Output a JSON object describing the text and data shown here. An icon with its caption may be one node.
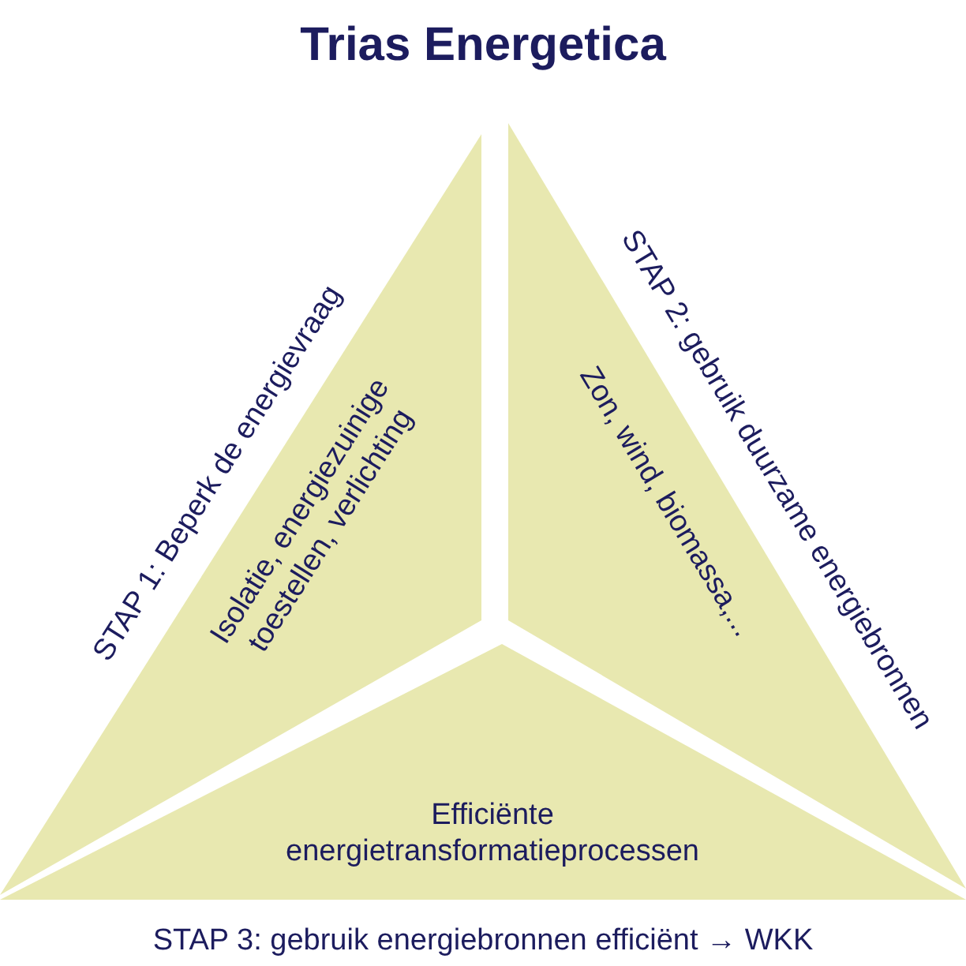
{
  "diagram": {
    "title": "Trias Energetica",
    "nodes": [
      {
        "text": [
          "STAP 1: Beperk de energievraag",
          "Isolatie, energiezuinige toestellen, verlichting"
        ]
      },
      {
        "text": [
          "STAP 2: gebruik duurzame energiebronnen",
          "Zon, wind, biomassa,..."
        ]
      },
      {
        "text": [
          "Efficiënte energietransformatieprocessen",
          "STAP 3: gebruik energiebronnen efficiënt → WKK"
        ]
      }
    ]
  }
}
